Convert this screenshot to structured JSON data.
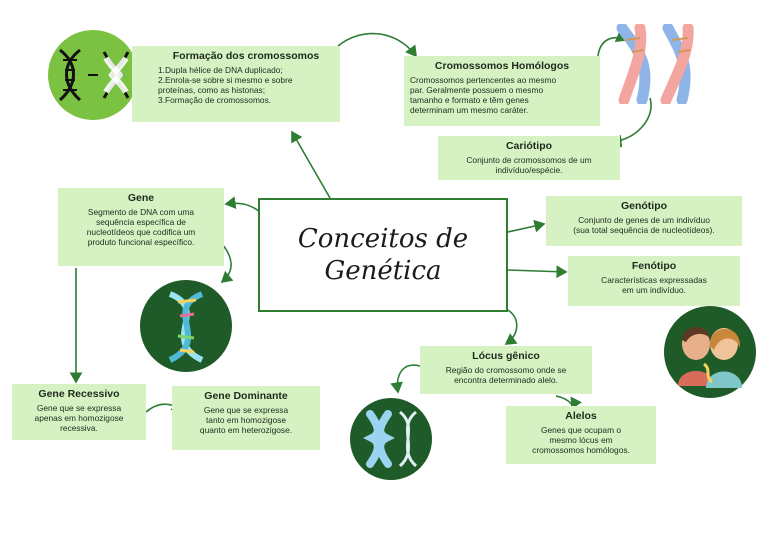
{
  "main_title": {
    "line1": "Conceitos de",
    "line2": "Genética"
  },
  "formacao": {
    "title": "Formação dos cromossomos",
    "text": "1.Dupla hélice de DNA duplicado;\n2.Enrola-se sobre si mesmo e sobre\nproteínas, como as histonas;\n3.Formação de cromossomos."
  },
  "homologos": {
    "title": "Cromossomos Homólogos",
    "text": "Cromossomos pertencentes ao mesmo\npar. Geralmente possuem o mesmo\ntamanho e formato e têm genes\ndeterminam um mesmo caráter."
  },
  "cariotipo": {
    "title": "Cariótipo",
    "text": "Conjunto de cromossomos de um\nindivíduo/espécie."
  },
  "gene": {
    "title": "Gene",
    "text": "Segmento de DNA com uma\nsequência específica de\nnucleotídeos que codifica um\nproduto funcional específico."
  },
  "genotipo": {
    "title": "Genótipo",
    "text": "Conjunto de genes de um indivíduo\n(sua total sequência de nucleotídeos)."
  },
  "fenotipo": {
    "title": "Fenótipo",
    "text": "Características expressadas\nem um indivíduo."
  },
  "locus": {
    "title": "Lócus gênico",
    "text": "Região do cromossomo onde se\nencontra determinado alelo."
  },
  "alelos": {
    "title": "Alelos",
    "text": "Genes que ocupam o\nmesmo lócus em\ncromossomos homólogos."
  },
  "recessivo": {
    "title": "Gene Recessivo",
    "text": "Gene que se expressa\napenas em homozigose\nrecessiva."
  },
  "dominante": {
    "title": "Gene Dominante",
    "text": "Gene que se expressa\ntanto em homozigose\nquanto em heterozigose."
  },
  "colors": {
    "box": "#d6f2c2",
    "accent": "#2e7d32",
    "dark_circle": "#1e5b28",
    "light_circle": "#7cc242"
  }
}
